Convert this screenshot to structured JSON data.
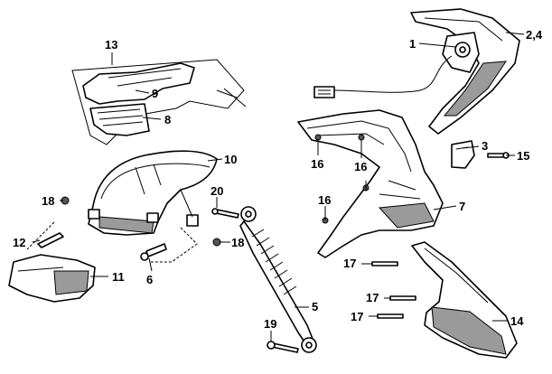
{
  "callouts": [
    {
      "id": "c1",
      "label": "1"
    },
    {
      "id": "c24",
      "label": "2,4"
    },
    {
      "id": "c3",
      "label": "3"
    },
    {
      "id": "c5",
      "label": "5"
    },
    {
      "id": "c6",
      "label": "6"
    },
    {
      "id": "c7",
      "label": "7"
    },
    {
      "id": "c8",
      "label": "8"
    },
    {
      "id": "c9",
      "label": "9"
    },
    {
      "id": "c10",
      "label": "10"
    },
    {
      "id": "c11",
      "label": "11"
    },
    {
      "id": "c12",
      "label": "12"
    },
    {
      "id": "c13",
      "label": "13"
    },
    {
      "id": "c14",
      "label": "14"
    },
    {
      "id": "c15",
      "label": "15"
    },
    {
      "id": "c16a",
      "label": "16"
    },
    {
      "id": "c16b",
      "label": "16"
    },
    {
      "id": "c16c",
      "label": "16"
    },
    {
      "id": "c17a",
      "label": "17"
    },
    {
      "id": "c17b",
      "label": "17"
    },
    {
      "id": "c17c",
      "label": "17"
    },
    {
      "id": "c18a",
      "label": "18"
    },
    {
      "id": "c18b",
      "label": "18"
    },
    {
      "id": "c19",
      "label": "19"
    },
    {
      "id": "c20",
      "label": "20"
    }
  ]
}
